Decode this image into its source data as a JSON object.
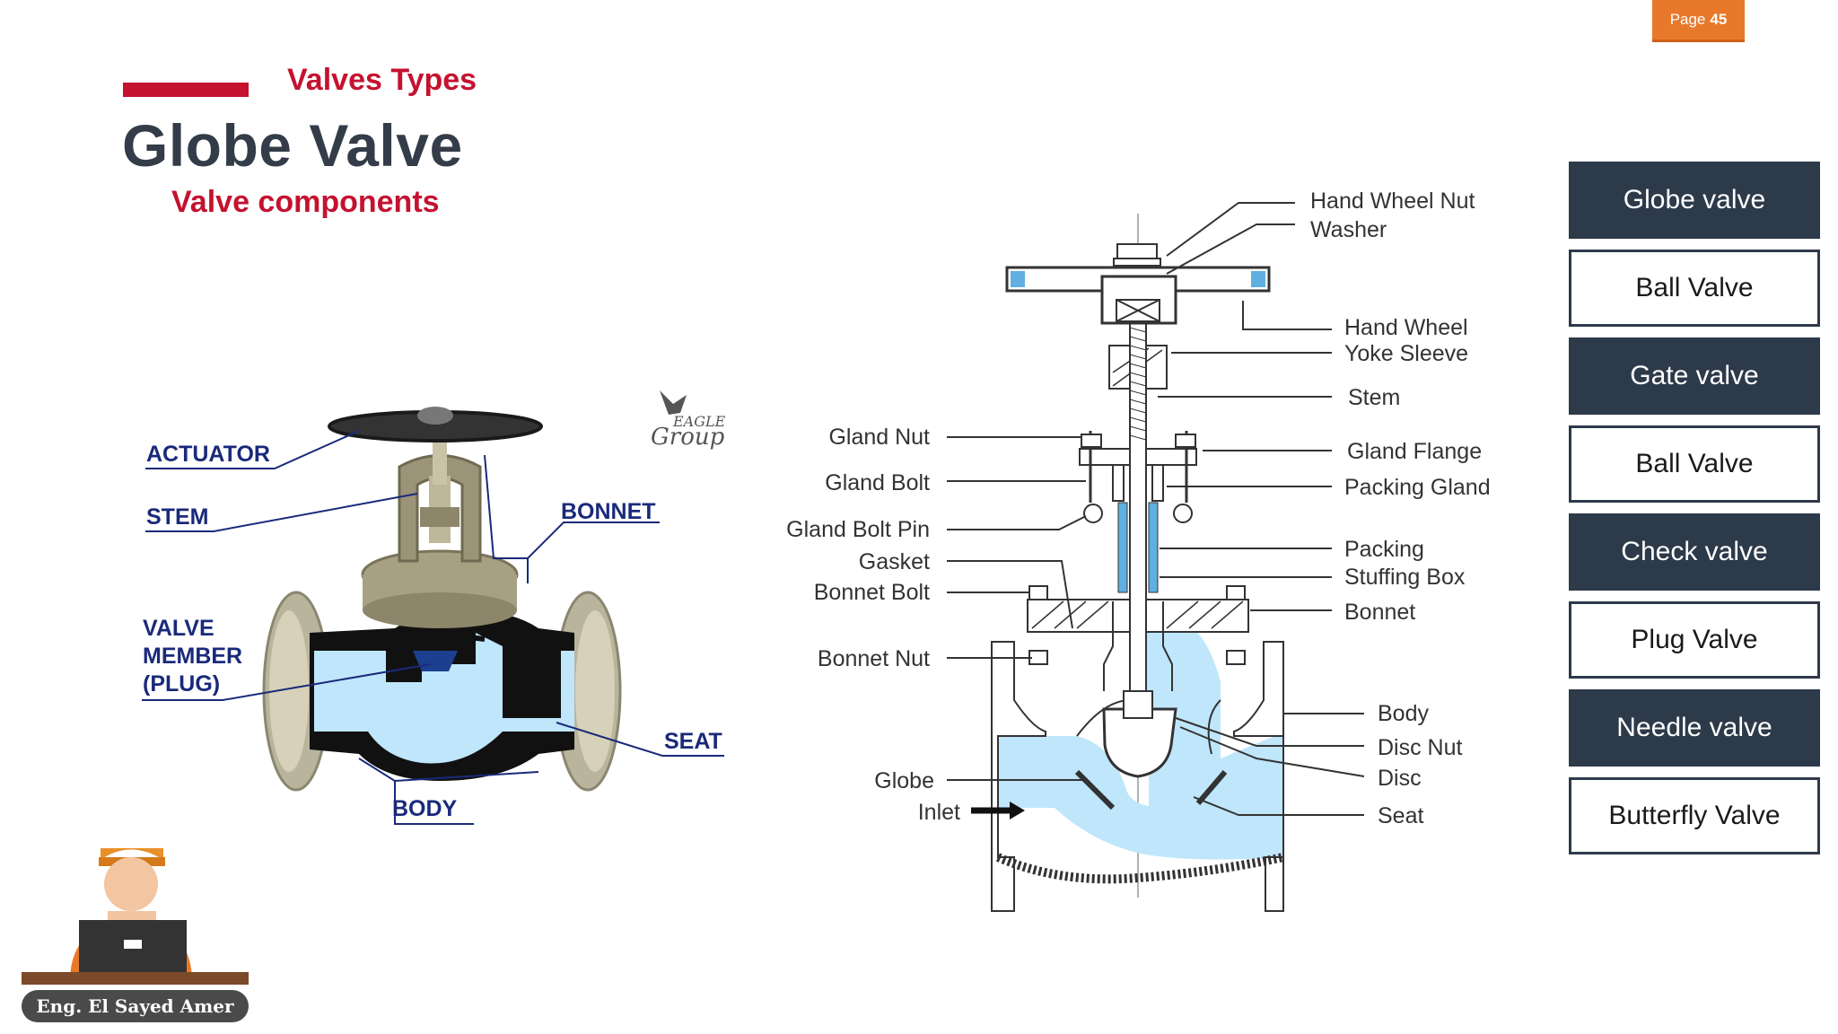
{
  "page_badge": {
    "prefix": "Page",
    "number": "45"
  },
  "header": {
    "kicker": "Valves Types",
    "title": "Globe Valve",
    "subtitle": "Valve components"
  },
  "photo_labels": {
    "actuator": "ACTUATOR",
    "stem": "STEM",
    "bonnet": "BONNET",
    "valve_member_1": "VALVE",
    "valve_member_2": "MEMBER",
    "valve_member_3": "(PLUG)",
    "seat": "SEAT",
    "body": "BODY",
    "logo_1": "EAGLE",
    "logo_2": "Group"
  },
  "diagram_labels": {
    "hand_wheel_nut": "Hand Wheel Nut",
    "washer": "Washer",
    "hand_wheel": "Hand Wheel",
    "yoke_sleeve": "Yoke Sleeve",
    "stem": "Stem",
    "gland_flange": "Gland Flange",
    "packing_gland": "Packing Gland",
    "packing": "Packing",
    "stuffing_box": "Stuffing Box",
    "bonnet": "Bonnet",
    "body": "Body",
    "disc_nut": "Disc Nut",
    "disc": "Disc",
    "seat": "Seat",
    "gland_nut": "Gland Nut",
    "gland_bolt": "Gland Bolt",
    "gland_bolt_pin": "Gland Bolt Pin",
    "gasket": "Gasket",
    "bonnet_bolt": "Bonnet Bolt",
    "bonnet_nut": "Bonnet Nut",
    "globe": "Globe",
    "inlet": "Inlet"
  },
  "nav_buttons": [
    {
      "label": "Globe valve",
      "style": "dark"
    },
    {
      "label": "Ball Valve",
      "style": "light"
    },
    {
      "label": "Gate valve",
      "style": "dark"
    },
    {
      "label": "Ball Valve",
      "style": "light"
    },
    {
      "label": "Check valve",
      "style": "dark"
    },
    {
      "label": "Plug Valve",
      "style": "light"
    },
    {
      "label": "Needle valve",
      "style": "dark"
    },
    {
      "label": "Butterfly Valve",
      "style": "light"
    }
  ],
  "author": "Eng. El Sayed Amer",
  "colors": {
    "accent_red": "#c4122f",
    "badge_orange": "#e8792b",
    "nav_dark": "#2d3a4a",
    "fluid_blue": "#bfe6fb"
  }
}
